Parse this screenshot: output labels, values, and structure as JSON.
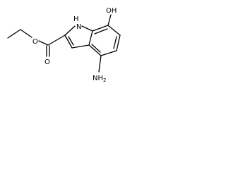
{
  "molecule": {
    "labels": {
      "ester_oxygen": "O",
      "carbonyl_oxygen": "O",
      "nh": "H",
      "n": "N",
      "oh": "OH",
      "nh2": "NH",
      "nh2_sub": "2"
    },
    "colors": {
      "bond": "#000000",
      "text": "#000000",
      "background": "#ffffff"
    }
  }
}
